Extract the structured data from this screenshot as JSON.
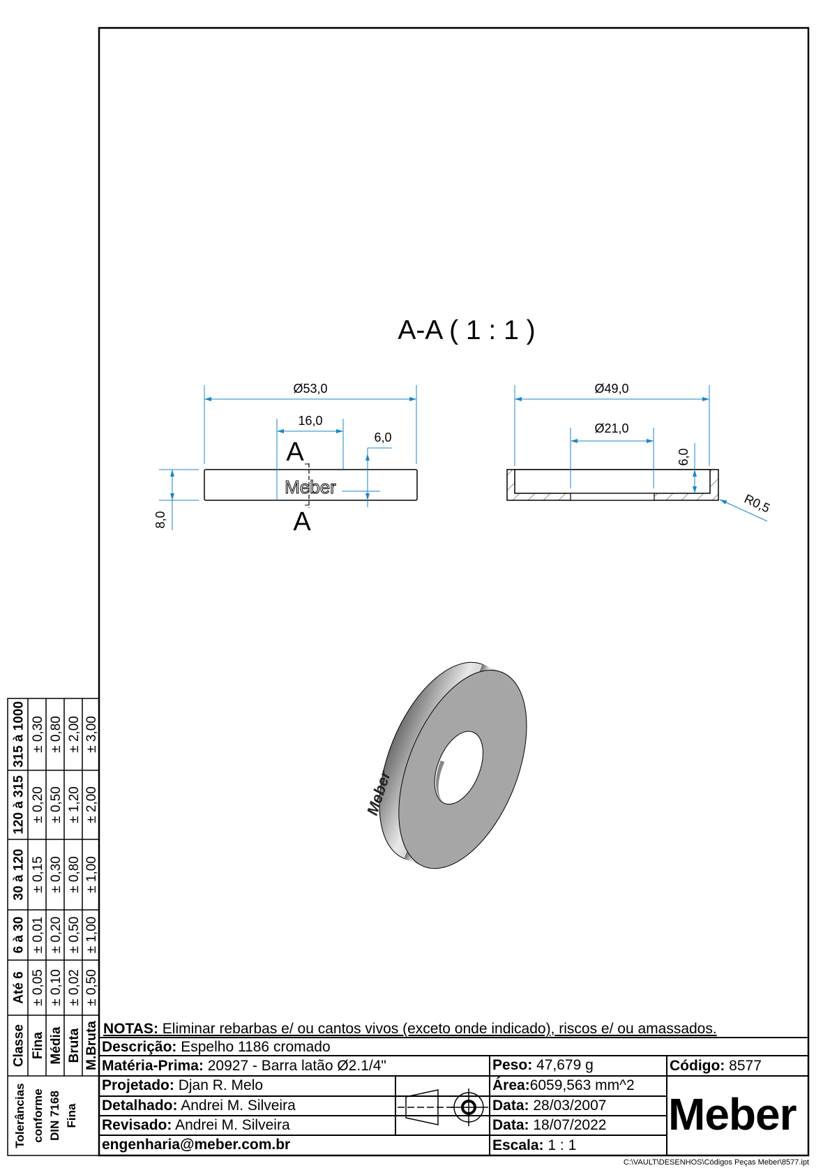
{
  "colors": {
    "dimension": "#1a86c8",
    "line": "#000000",
    "part": "#a6a6a6"
  },
  "view": {
    "section_title": "A-A ( 1 : 1 )",
    "front": {
      "dia_outer": "Ø53,0",
      "width_16": "16,0",
      "depth": "6,0",
      "thickness": "8,0",
      "section_label_top": "A",
      "section_label_bottom": "A",
      "engraving": "Meber"
    },
    "section": {
      "dia_pocket": "Ø49,0",
      "dia_hole": "Ø21,0",
      "depth": "6,0",
      "radius": "R0,5"
    },
    "iso_engraving": "Meber"
  },
  "tolerance_table": {
    "title": "Tolerâncias conforme DIN 7168 Fina",
    "title_lines": [
      "Tolerâncias",
      "conforme",
      "DIN 7168",
      "Fina"
    ],
    "header": [
      "Classe",
      "Até 6",
      "6 à 30",
      "30 à 120",
      "120 à 315",
      "315 à 1000"
    ],
    "rows": [
      {
        "class": "Fina",
        "values": [
          "± 0,05",
          "± 0,01",
          "± 0,15",
          "± 0,20",
          "± 0,30"
        ]
      },
      {
        "class": "Média",
        "values": [
          "± 0,10",
          "± 0,20",
          "± 0,30",
          "± 0,50",
          "± 0,80"
        ]
      },
      {
        "class": "Bruta",
        "values": [
          "± 0,02",
          "± 0,50",
          "± 0,80",
          "± 1,20",
          "± 2,00"
        ]
      },
      {
        "class": "M.Bruta",
        "values": [
          "± 0,50",
          "± 1,00",
          "± 1,00",
          "± 2,00",
          "± 3,00"
        ]
      }
    ]
  },
  "title_block": {
    "notes_label": "NOTAS:",
    "notes": "Eliminar rebarbas e/ ou cantos vivos (exceto onde indicado), riscos e/ ou amassados.",
    "descricao_label": "Descrição:",
    "descricao": "Espelho 1186 cromado",
    "materia_label": "Matéria-Prima:",
    "materia": "20927 - Barra latão Ø2.1/4\"",
    "peso_label": "Peso:",
    "peso": "47,679 g",
    "codigo_label": "Código:",
    "codigo": "8577",
    "projetado_label": "Projetado:",
    "projetado": "Djan R. Melo",
    "detalhado_label": "Detalhado:",
    "detalhado": "Andrei M. Silveira",
    "revisado_label": "Revisado:",
    "revisado": "Andrei M. Silveira",
    "email": "engenharia@meber.com.br",
    "area_label": "Área:",
    "area": "6059,563 mm^2",
    "data1_label": "Data:",
    "data1": "28/03/2007",
    "data2_label": "Data:",
    "data2": "18/07/2022",
    "escala_label": "Escala:",
    "escala": "1 : 1",
    "logo": "Meber",
    "file_path": "C:\\VAULT\\DESENHOS\\Códigos Peças Meber\\8577.ipt"
  }
}
